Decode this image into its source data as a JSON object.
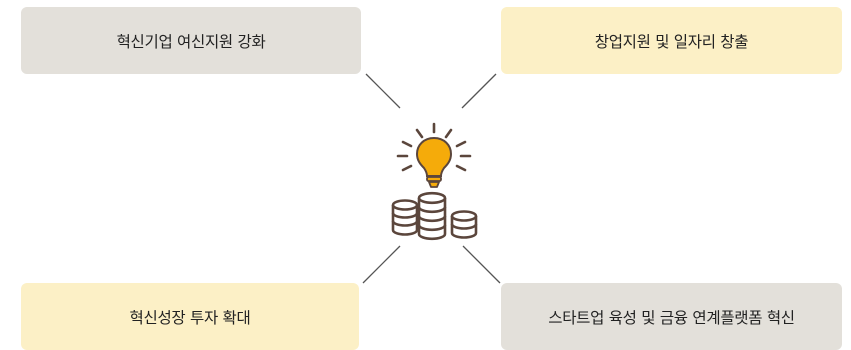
{
  "boxes": [
    {
      "label": "혁신기업 여신지원 강화",
      "tone": "gray"
    },
    {
      "label": "창업지원 및 일자리 창출",
      "tone": "yellow"
    },
    {
      "label": "혁신성장 투자 확대",
      "tone": "yellow"
    },
    {
      "label": "스타트업 육성 및 금융 연계플랫폼 혁신",
      "tone": "gray"
    }
  ],
  "center_icons": [
    "lightbulb-icon",
    "coins-icon"
  ],
  "colors": {
    "gray_box": "#e3e0da",
    "yellow_box": "#fcf0c6",
    "bulb": "#f5ab0a",
    "icon_stroke": "#5b463c",
    "connector": "#555555"
  }
}
